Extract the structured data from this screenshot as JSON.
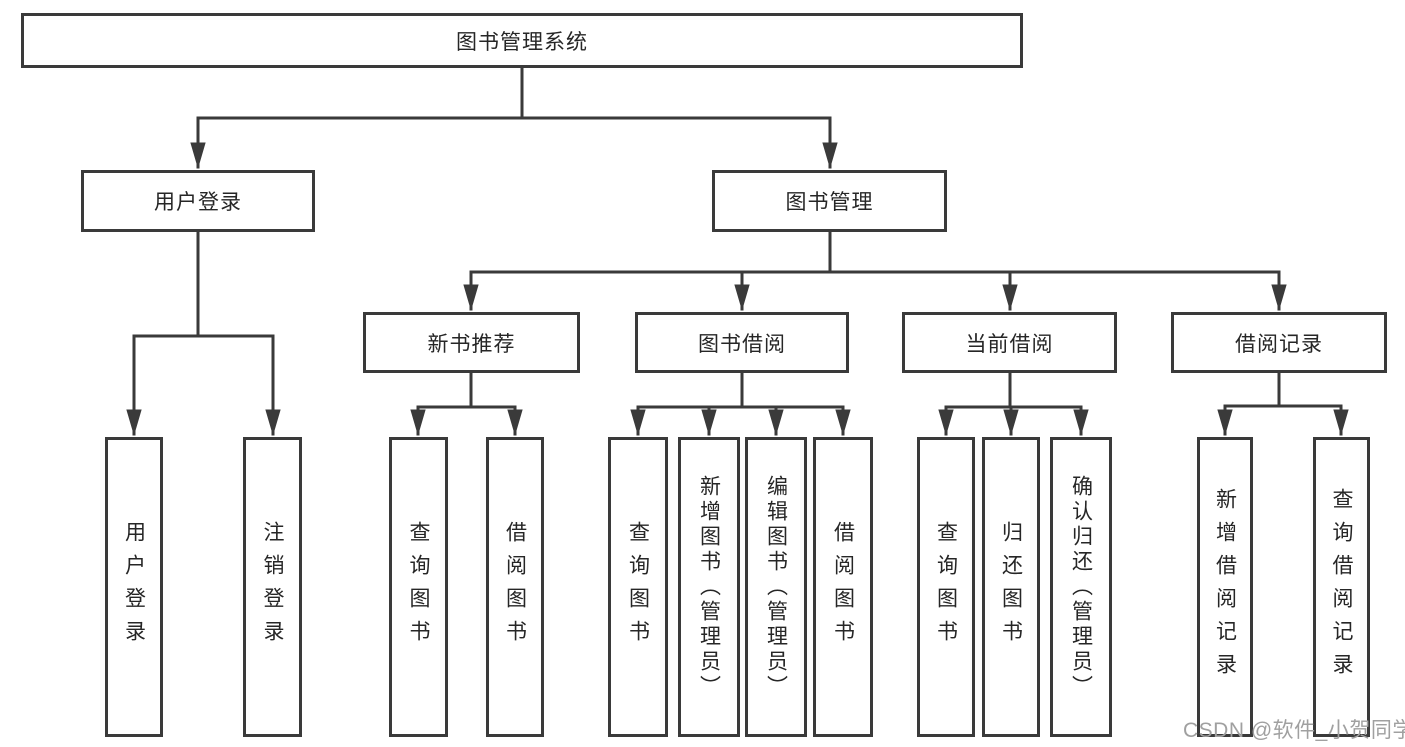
{
  "diagram": {
    "title": "图书管理系统",
    "watermark": "CSDN @软件_小贺同学",
    "colors": {
      "line": "#3a3a3a",
      "text": "#262626",
      "box_background": "#ffffff",
      "watermark": "#a0a0a0"
    },
    "nodes": {
      "root": {
        "label": "图书管理系统"
      },
      "user_login": {
        "label": "用户登录"
      },
      "book_mgmt": {
        "label": "图书管理"
      },
      "new_book_rec": {
        "label": "新书推荐"
      },
      "book_borrow": {
        "label": "图书借阅"
      },
      "current_borrow": {
        "label": "当前借阅"
      },
      "borrow_record": {
        "label": "借阅记录"
      },
      "leaf_user_login": {
        "label": "用户登录"
      },
      "leaf_logout": {
        "label": "注销登录"
      },
      "rec_query_books": {
        "label": "查询图书"
      },
      "rec_borrow_books": {
        "label": "借阅图书"
      },
      "bb_query_books": {
        "label": "查询图书"
      },
      "bb_add_books": {
        "label": "新增图书（管理员）"
      },
      "bb_edit_books": {
        "label": "编辑图书（管理员）"
      },
      "bb_borrow_books": {
        "label": "借阅图书"
      },
      "cb_query_books": {
        "label": "查询图书"
      },
      "cb_return_books": {
        "label": "归还图书"
      },
      "cb_confirm_return": {
        "label": "确认归还（管理员）"
      },
      "br_add_record": {
        "label": "新增借阅记录"
      },
      "br_query_record": {
        "label": "查询借阅记录"
      }
    },
    "edges": [
      [
        "图书管理系统",
        "用户登录"
      ],
      [
        "图书管理系统",
        "图书管理"
      ],
      [
        "用户登录",
        "用户登录"
      ],
      [
        "用户登录",
        "注销登录"
      ],
      [
        "图书管理",
        "新书推荐"
      ],
      [
        "图书管理",
        "图书借阅"
      ],
      [
        "图书管理",
        "当前借阅"
      ],
      [
        "图书管理",
        "借阅记录"
      ],
      [
        "新书推荐",
        "查询图书"
      ],
      [
        "新书推荐",
        "借阅图书"
      ],
      [
        "图书借阅",
        "查询图书"
      ],
      [
        "图书借阅",
        "新增图书（管理员）"
      ],
      [
        "图书借阅",
        "编辑图书（管理员）"
      ],
      [
        "图书借阅",
        "借阅图书"
      ],
      [
        "当前借阅",
        "查询图书"
      ],
      [
        "当前借阅",
        "归还图书"
      ],
      [
        "当前借阅",
        "确认归还（管理员）"
      ],
      [
        "借阅记录",
        "新增借阅记录"
      ],
      [
        "借阅记录",
        "查询借阅记录"
      ]
    ]
  }
}
